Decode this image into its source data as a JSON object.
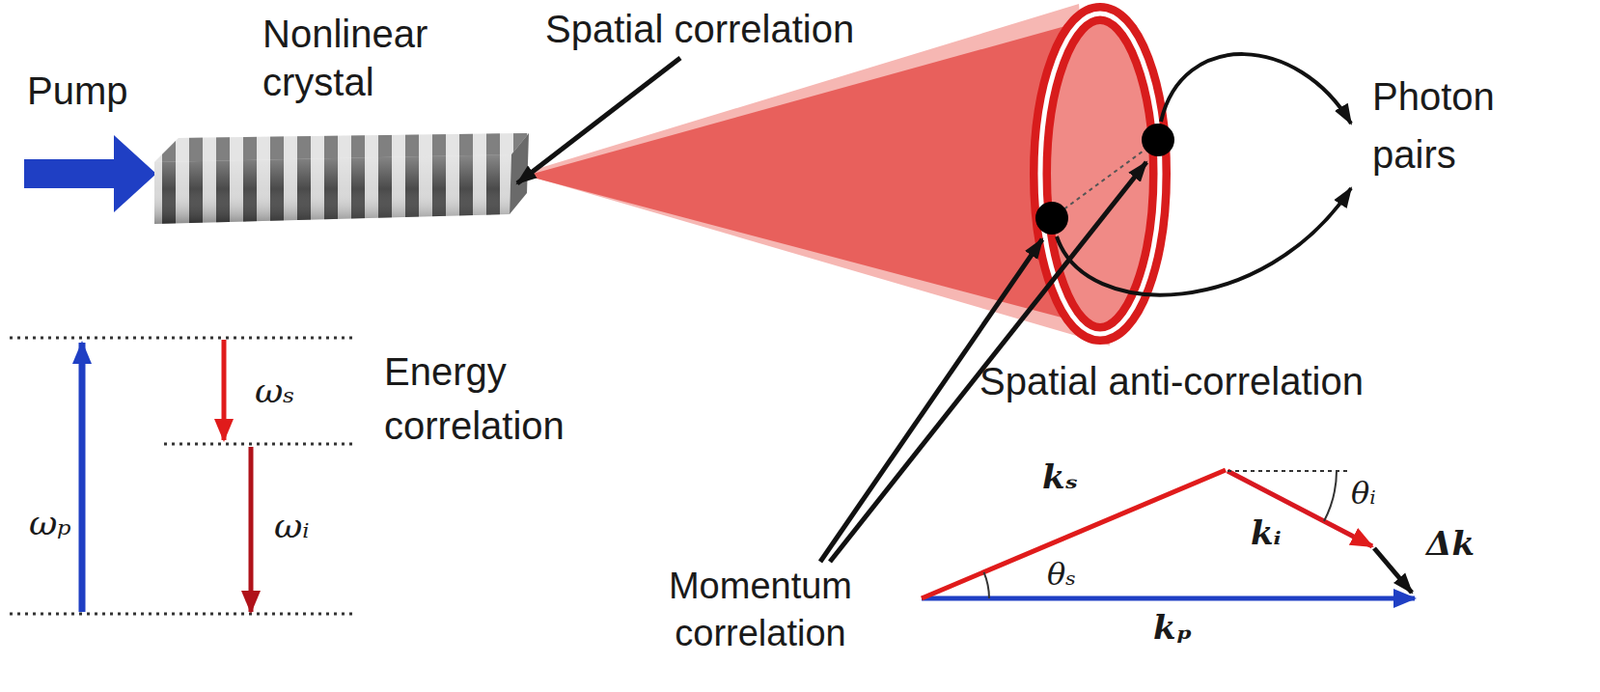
{
  "diagram": {
    "labels": [
      "Pump",
      "Nonlinear crystal",
      "Spatial correlation",
      "Photon pairs",
      "Energy correlation",
      "ωₚ",
      "ωₛ",
      "ωᵢ",
      "Spatial anti-correlation",
      "Momentum correlation",
      "θₛ",
      "kₛ",
      "θᵢ",
      "kᵢ",
      "Δk",
      "kₚ"
    ]
  }
}
